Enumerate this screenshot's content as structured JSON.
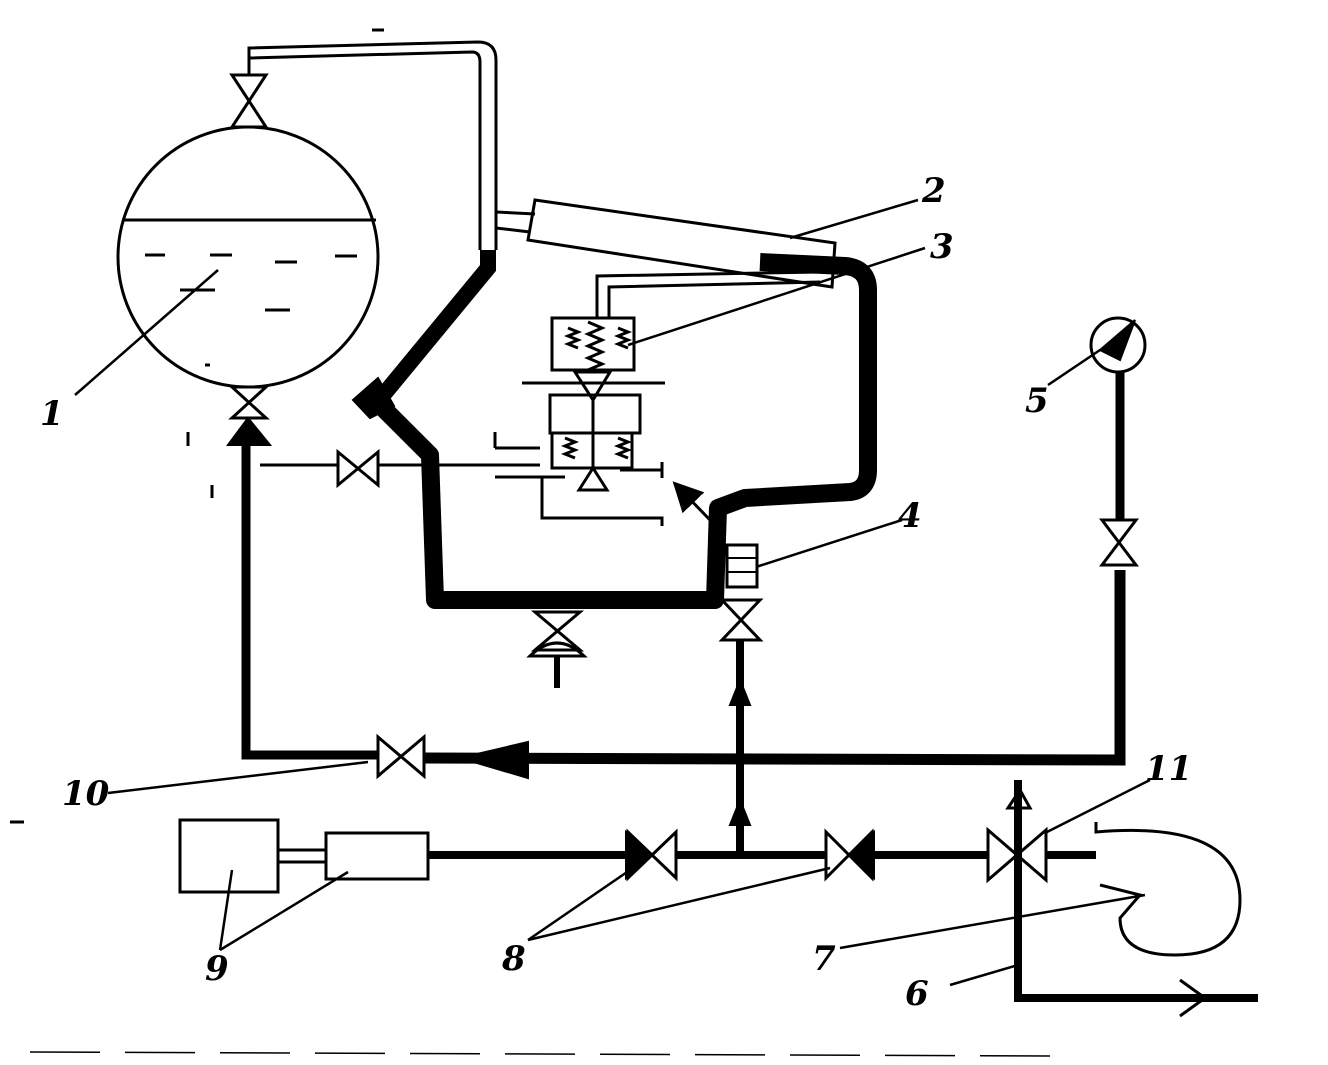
{
  "diagram": {
    "colors": {
      "ink": "#000000",
      "paper": "#ffffff"
    },
    "callouts": [
      {
        "id": "1",
        "text": "1"
      },
      {
        "id": "2",
        "text": "2"
      },
      {
        "id": "3",
        "text": "3"
      },
      {
        "id": "4",
        "text": "4"
      },
      {
        "id": "5",
        "text": "5"
      },
      {
        "id": "6",
        "text": "6"
      },
      {
        "id": "7",
        "text": "7"
      },
      {
        "id": "8",
        "text": "8"
      },
      {
        "id": "9",
        "text": "9"
      },
      {
        "id": "10",
        "text": "10"
      },
      {
        "id": "11",
        "text": "11"
      }
    ]
  }
}
